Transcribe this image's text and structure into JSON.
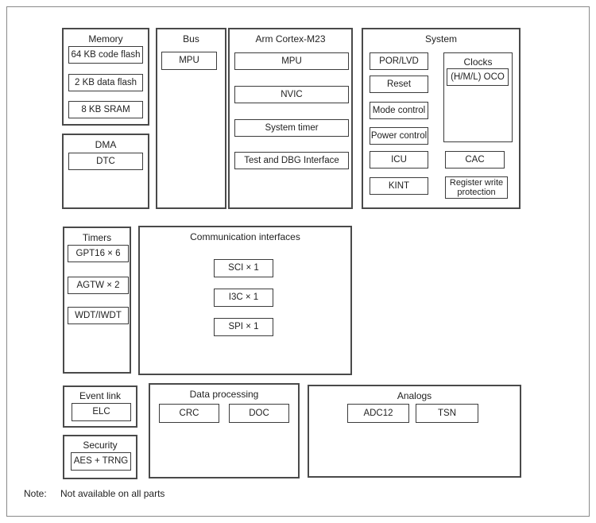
{
  "diagram": {
    "sections": {
      "memory": {
        "title": "Memory",
        "items": [
          "64 KB code flash",
          "2 KB data flash",
          "8 KB SRAM"
        ]
      },
      "dma": {
        "title": "DMA",
        "items": [
          "DTC"
        ]
      },
      "bus": {
        "title": "Bus",
        "items": [
          "MPU"
        ]
      },
      "cortex": {
        "title": "Arm Cortex-M23",
        "items": [
          "MPU",
          "NVIC",
          "System timer",
          "Test and DBG Interface"
        ]
      },
      "system": {
        "title": "System",
        "left_items": [
          "POR/LVD",
          "Reset",
          "Mode control",
          "Power control",
          "ICU",
          "KINT"
        ],
        "clocks": {
          "title": "Clocks",
          "items": [
            "(H/M/L) OCO"
          ]
        },
        "right_items": [
          "CAC",
          "Register write protection"
        ]
      },
      "timers": {
        "title": "Timers",
        "items": [
          "GPT16 × 6",
          "AGTW × 2",
          "WDT/IWDT"
        ]
      },
      "comm": {
        "title": "Communication interfaces",
        "items": [
          "SCI × 1",
          "I3C × 1",
          "SPI × 1"
        ]
      },
      "event_link": {
        "title": "Event link",
        "items": [
          "ELC"
        ]
      },
      "security": {
        "title": "Security",
        "items": [
          "AES + TRNG"
        ]
      },
      "data_processing": {
        "title": "Data processing",
        "items": [
          "CRC",
          "DOC"
        ]
      },
      "analogs": {
        "title": "Analogs",
        "items": [
          "ADC12",
          "TSN"
        ]
      }
    },
    "note": {
      "label": "Note:",
      "text": "Not available on all parts"
    },
    "colors": {
      "background": "#ffffff",
      "outer_frame_border": "#8a8a8a",
      "section_border": "#4a4a4a",
      "chip_border": "#3c3c3c",
      "text": "#1f1f1f"
    }
  }
}
